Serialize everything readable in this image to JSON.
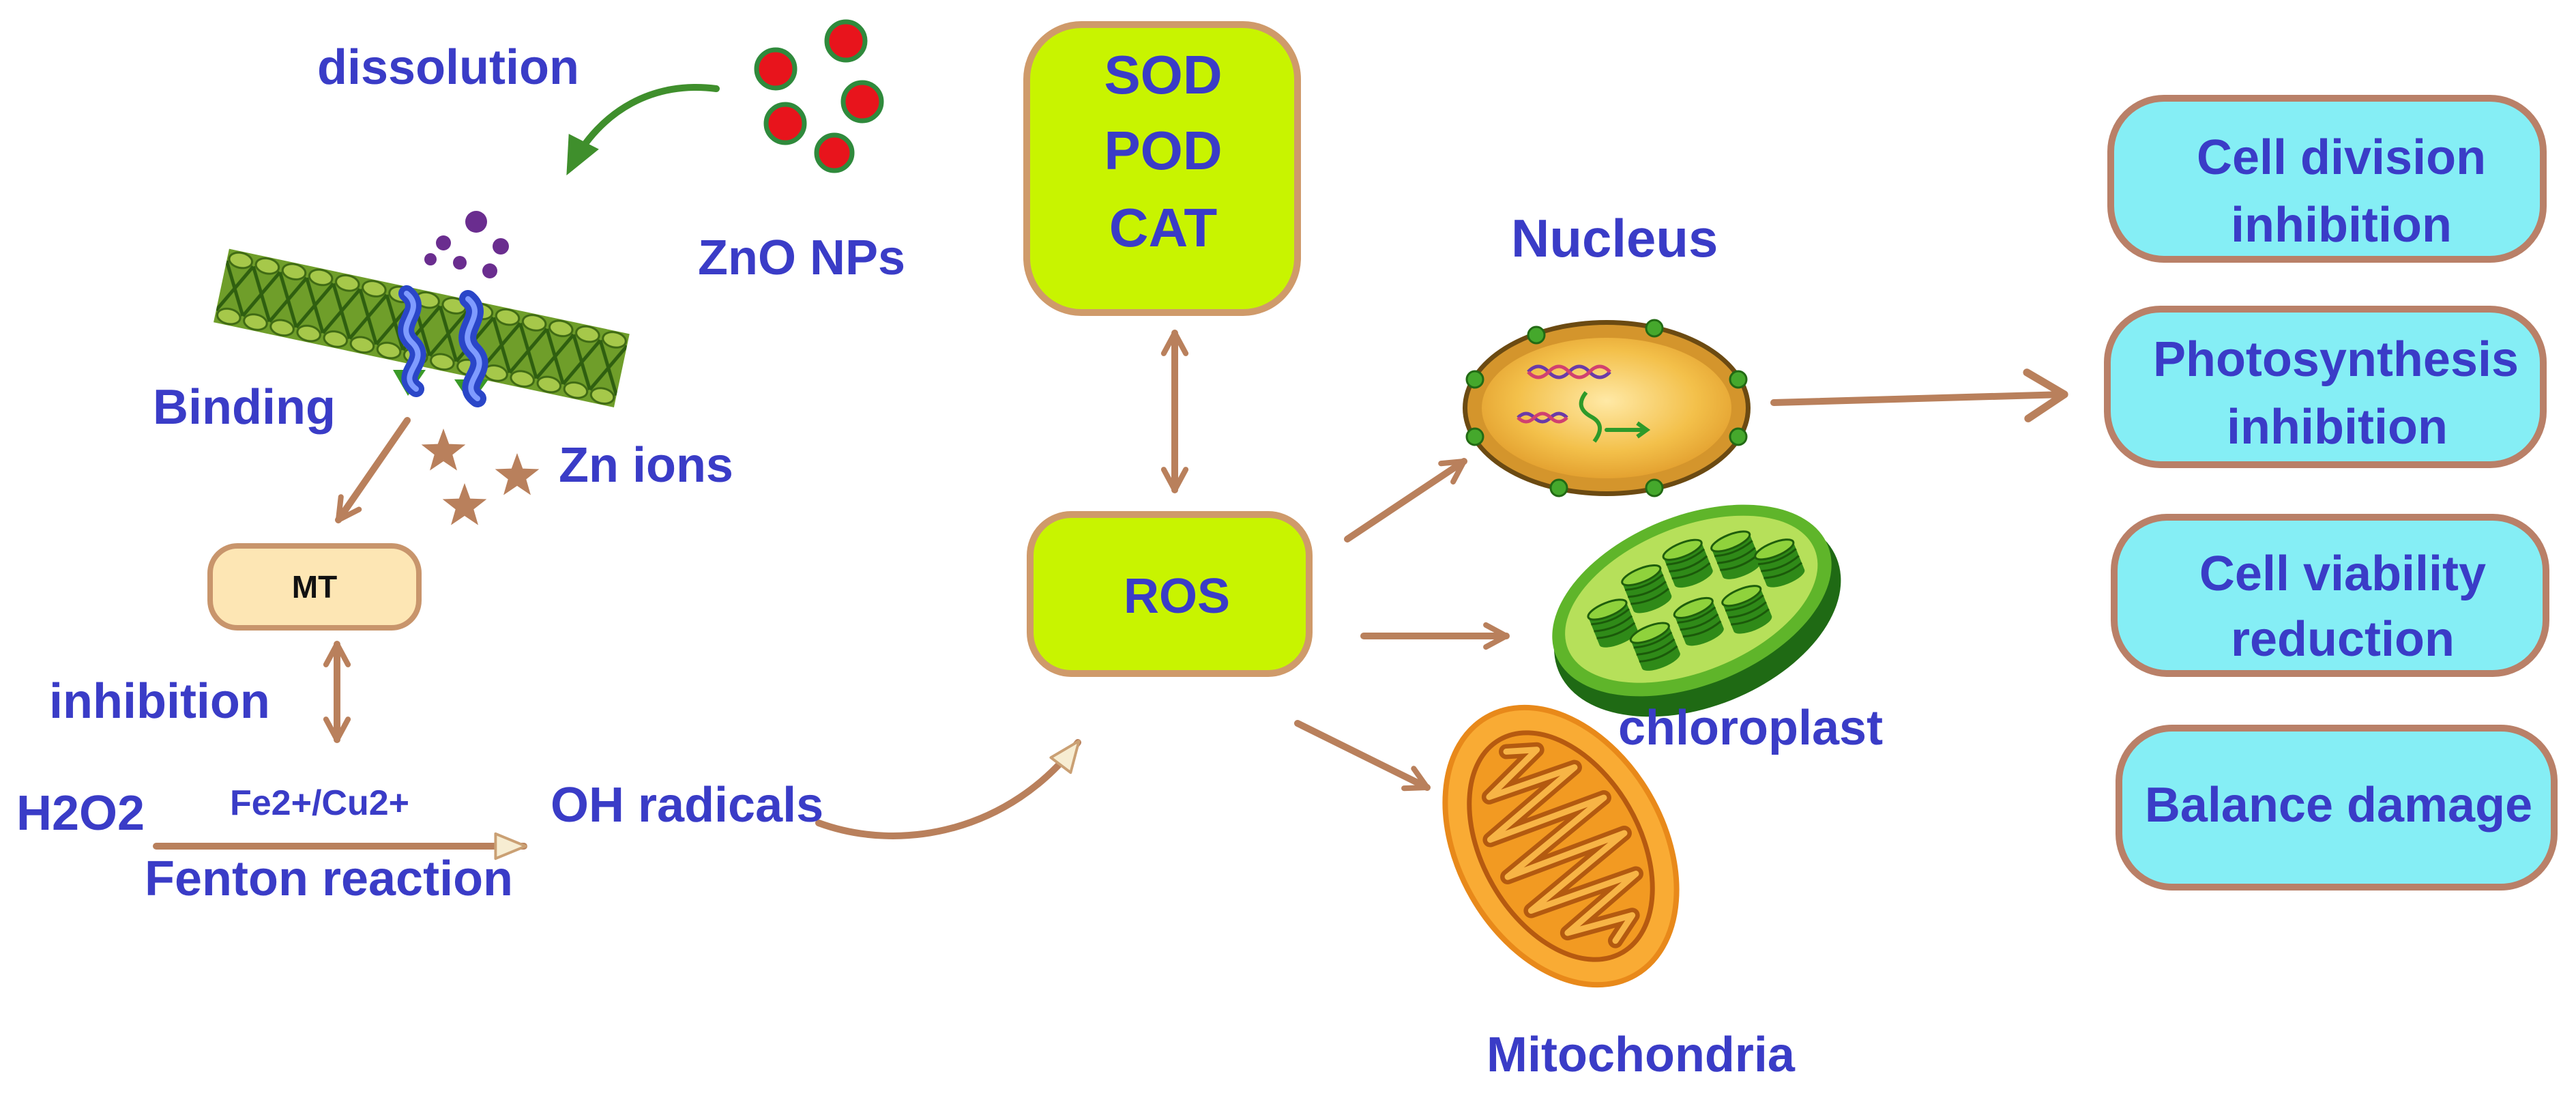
{
  "labels": {
    "dissolution": "dissolution",
    "zno_nps": "ZnO NPs",
    "binding": "Binding",
    "zn_ions": "Zn ions",
    "mt": "MT",
    "inhibition": "inhibition",
    "h2o2": "H2O2",
    "metal_ions": "Fe2+/Cu2+",
    "fenton_reaction": "Fenton reaction",
    "oh_radicals": "OH radicals",
    "nucleus": "Nucleus",
    "chloroplast": "chloroplast",
    "mitochondria": "Mitochondria"
  },
  "antioxidant_enzymes": [
    "SOD",
    "POD",
    "CAT"
  ],
  "ros_label": "ROS",
  "effects": [
    {
      "lines": [
        "Cell division",
        "inhibition"
      ]
    },
    {
      "lines": [
        "Photosynthesis",
        "inhibition"
      ]
    },
    {
      "lines": [
        "Cell viability",
        "reduction"
      ]
    },
    {
      "lines": [
        "Balance damage"
      ]
    }
  ],
  "colors": {
    "label_text": "#3a3cc7",
    "enzyme_box": "#c8f400",
    "effect_box": "#85eef5",
    "arrow": "#b9805c",
    "dissolution_arrow": "#3f8f2c",
    "nanoparticle": "#e8141c",
    "mt_box": "#fde6b4"
  }
}
